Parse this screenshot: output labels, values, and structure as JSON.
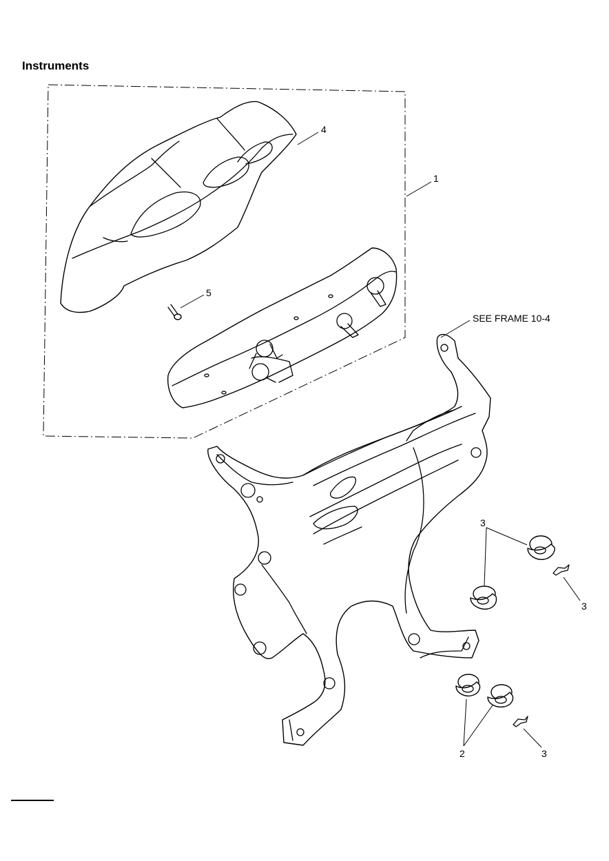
{
  "title": "Instruments",
  "callouts": {
    "c1": "1",
    "c2": "2",
    "c3a": "3",
    "c3b": "3",
    "c3c": "3",
    "c4": "4",
    "c5": "5",
    "see_frame": "SEE FRAME 10-4"
  },
  "parts": [
    {
      "ref": "1",
      "name": "instrument-assembly-outline"
    },
    {
      "ref": "2",
      "name": "grommet-lower"
    },
    {
      "ref": "3",
      "name": "grommet-upper-and-clip"
    },
    {
      "ref": "4",
      "name": "instrument-cover"
    },
    {
      "ref": "5",
      "name": "screw"
    }
  ]
}
